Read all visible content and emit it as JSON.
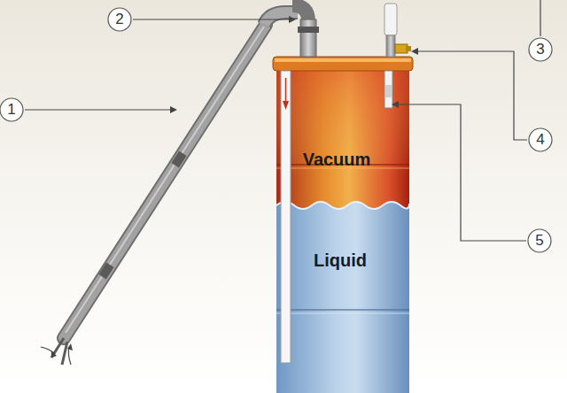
{
  "diagram": {
    "nodes": [
      {
        "text": [
          "Vacuum"
        ]
      },
      {
        "text": [
          "Liquid"
        ]
      }
    ],
    "labels": [
      "1",
      "2",
      "3",
      "4",
      "5"
    ]
  }
}
